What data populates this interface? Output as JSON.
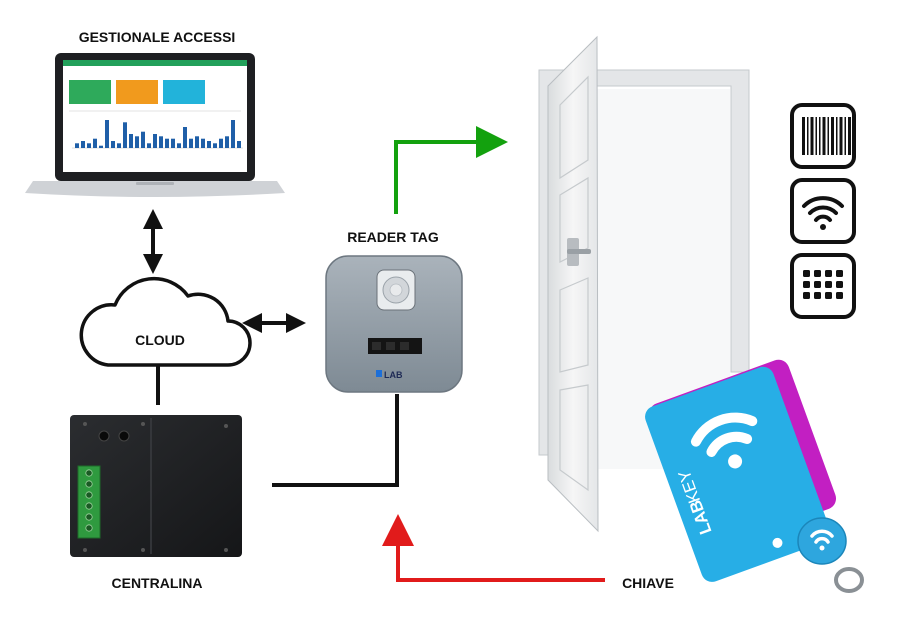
{
  "labels": {
    "management": "GESTIONALE ACCESSI",
    "cloud": "CLOUD",
    "reader": "READER TAG",
    "controller": "CENTRALINA",
    "key": "CHIAVE"
  },
  "card_brand": {
    "prefix": "LAB",
    "suffix": "KEY"
  },
  "reader_brand": "LAB",
  "access_methods": [
    {
      "icon": "barcode-icon"
    },
    {
      "icon": "wifi-icon"
    },
    {
      "icon": "keypad-icon"
    }
  ],
  "dashboard": {
    "bar_values": [
      2,
      3,
      2,
      4,
      1,
      12,
      3,
      2,
      11,
      6,
      5,
      7,
      2,
      6,
      5,
      4,
      4,
      2,
      9,
      4,
      5,
      4,
      3,
      2,
      4,
      5,
      12,
      3
    ]
  },
  "colors": {
    "granted_arrow": "#13a10e",
    "key_arrow": "#e11b1b",
    "link": "#111111",
    "card_blue": "#27aee6",
    "card_magenta": "#c21fc2",
    "reader_body": "#8f9aa3"
  }
}
